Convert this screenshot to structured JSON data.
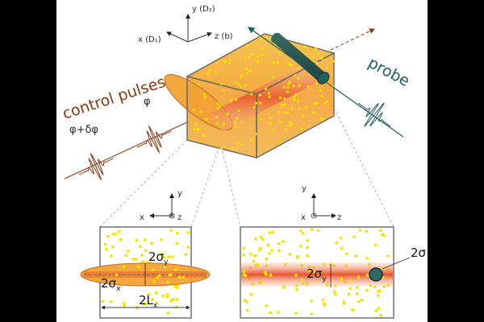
{
  "figure": {
    "axes_top": {
      "y": "y (D₂)",
      "x": "x (D₁)",
      "z": "z (b)"
    },
    "control_label": "control pulses",
    "probe_label": "probe",
    "phase_1": "φ",
    "phase_2": "φ+δφ",
    "axes_left": {
      "y": "y",
      "x": "x",
      "z": "z"
    },
    "axes_right": {
      "y": "y",
      "x": "x",
      "z": "z"
    },
    "sigma_main": "2σ",
    "sigma_y_sub": "y",
    "sigma_x_sub": "x",
    "length_main": "2L",
    "length_sub": "x",
    "sigma_probe": "2σ",
    "colors": {
      "control": "#8b3a14",
      "probe": "#1f5f5c",
      "cloud": "#f2a83a",
      "beam": "#e8542e",
      "atoms": "#f5e400"
    }
  }
}
